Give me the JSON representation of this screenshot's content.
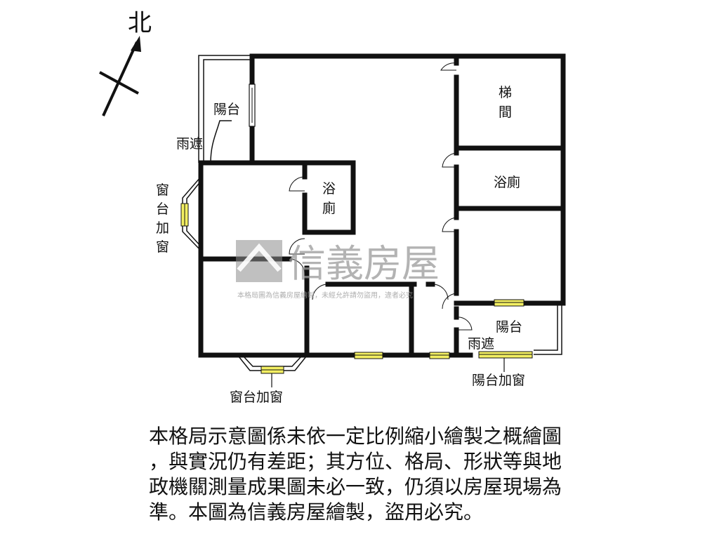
{
  "compass": {
    "label": "北"
  },
  "rooms": {
    "balcony_nw": "陽台",
    "awning_w": "雨遮",
    "bay_window_w": [
      "窗",
      "台",
      "加",
      "窗"
    ],
    "bath_small": [
      "浴",
      "廁"
    ],
    "stairwell": [
      "梯",
      "間"
    ],
    "bath_east": "浴廁",
    "balcony_se": "陽台",
    "awning_s": "雨遮",
    "bay_window_s": "窗台加窗",
    "balcony_window": "陽台加窗"
  },
  "watermark": {
    "brand": "信義房屋",
    "notice": "本格局圖為信義房屋繪製，未經允許請勿盜用，違者必究"
  },
  "disclaimer": {
    "lines": [
      "本格局示意圖係未依一定比例縮小繪製之概繪圖",
      "，與實況仍有差距；其方位、格局、形狀等與地",
      "政機關測量成果圖未必一致，仍須以房屋現場為",
      "準。本圖為信義房屋繪製，盜用必究。"
    ]
  }
}
